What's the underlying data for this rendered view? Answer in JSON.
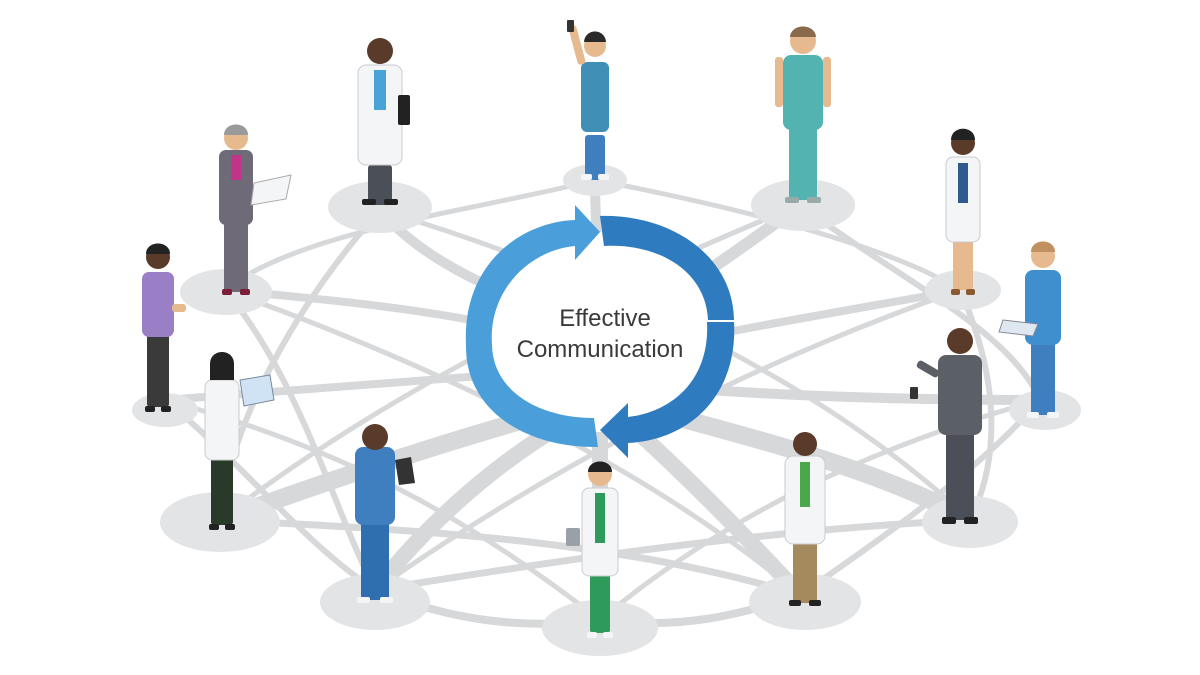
{
  "center": {
    "line1": "Effective",
    "line2": "Communication"
  },
  "colors": {
    "arrow_light": "#4a9fdb",
    "arrow_dark": "#2f7bbf",
    "network": "#d7d8da",
    "platform": "#e3e4e6",
    "skin_dark": "#5a3a28",
    "skin_light": "#e7b98f",
    "scrubs_blue": "#3f7fbf",
    "scrubs_teal": "#53b3b0",
    "scrubs_green": "#2e9b5a",
    "coat_white": "#f4f5f6",
    "suit_gray": "#5b5f66",
    "purple": "#9a7fc7"
  },
  "people": [
    {
      "role": "nurse-phone"
    },
    {
      "role": "doctor-clipboard"
    },
    {
      "role": "nurse-teal-scrubs"
    },
    {
      "role": "woman-laptop"
    },
    {
      "role": "doctor-woman"
    },
    {
      "role": "woman-purple-phone"
    },
    {
      "role": "nurse-tablet"
    },
    {
      "role": "woman-tablet"
    },
    {
      "role": "man-suit-phone"
    },
    {
      "role": "nurse-blue-tablet"
    },
    {
      "role": "doctor-green-scrubs"
    },
    {
      "role": "doctor-thinking"
    }
  ]
}
